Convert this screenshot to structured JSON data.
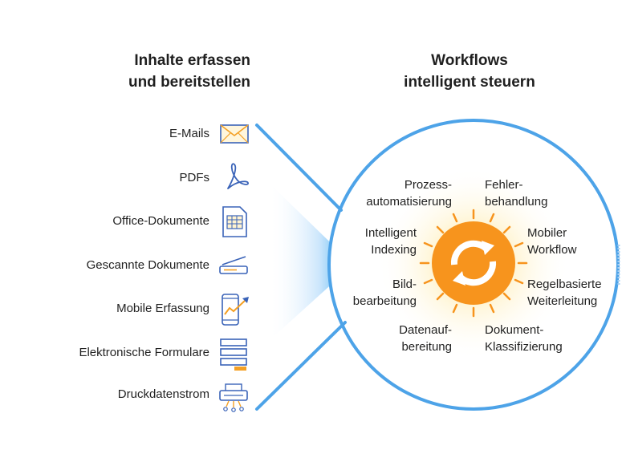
{
  "left_heading": [
    "Inhalte erfassen",
    "und bereitstellen"
  ],
  "right_heading": [
    "Workflows",
    "intelligent steuern"
  ],
  "sources": [
    {
      "label": "E-Mails",
      "icon": "envelope-icon"
    },
    {
      "label": "PDFs",
      "icon": "pdf-icon"
    },
    {
      "label": "Office-Dokumente",
      "icon": "spreadsheet-document-icon"
    },
    {
      "label": "Gescannte Dokumente",
      "icon": "scanner-icon"
    },
    {
      "label": "Mobile Erfassung",
      "icon": "smartphone-chart-icon"
    },
    {
      "label": "Elektronische Formulare",
      "icon": "form-icon"
    },
    {
      "label": "Druckdatenstrom",
      "icon": "printer-icon"
    }
  ],
  "workflow_items": {
    "prozess": [
      "Prozess-",
      "automatisierung"
    ],
    "fehler": [
      "Fehler-",
      "behandlung"
    ],
    "indexing": [
      "Intelligent",
      "Indexing"
    ],
    "mobile": [
      "Mobiler",
      "Workflow"
    ],
    "bild": [
      "Bild-",
      "bearbeitung"
    ],
    "regel": [
      "Regelbasierte",
      "Weiterleitung"
    ],
    "daten": [
      "Datenauf-",
      "bereitung"
    ],
    "dokument": [
      "Dokument-",
      "Klassifizierung"
    ]
  },
  "colors": {
    "accent_blue": "#4da3e8",
    "icon_blue": "#3a63b8",
    "orange": "#f7941d",
    "form_orange": "#f4a024"
  }
}
